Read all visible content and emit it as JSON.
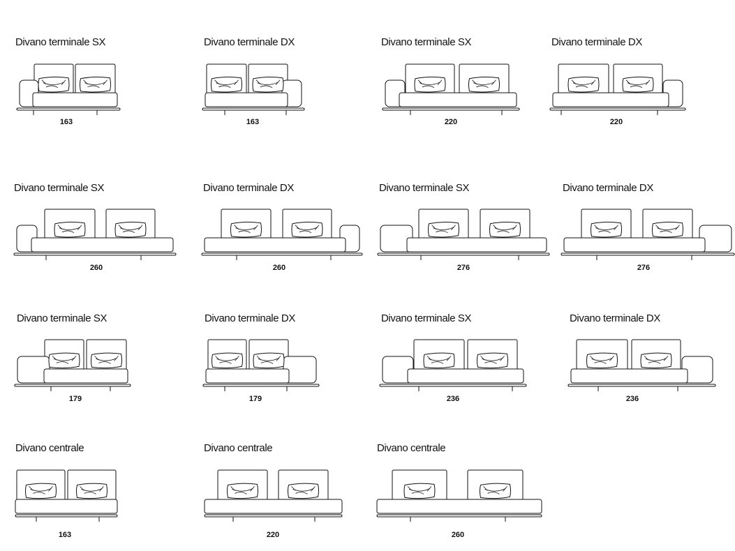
{
  "sheet": {
    "items": [
      {
        "title": "Divano terminale SX",
        "width": "163",
        "variant": "SX"
      },
      {
        "title": "Divano terminale DX",
        "width": "163",
        "variant": "DX"
      },
      {
        "title": "Divano terminale SX",
        "width": "220",
        "variant": "SX"
      },
      {
        "title": "Divano terminale DX",
        "width": "220",
        "variant": "DX"
      },
      {
        "title": "Divano terminale SX",
        "width": "260",
        "variant": "SX"
      },
      {
        "title": "Divano terminale DX",
        "width": "260",
        "variant": "DX"
      },
      {
        "title": "Divano terminale SX",
        "width": "276",
        "variant": "SX"
      },
      {
        "title": "Divano terminale DX",
        "width": "276",
        "variant": "DX"
      },
      {
        "title": "Divano terminale SX",
        "width": "179",
        "variant": "SX"
      },
      {
        "title": "Divano terminale DX",
        "width": "179",
        "variant": "DX"
      },
      {
        "title": "Divano terminale SX",
        "width": "236",
        "variant": "SX"
      },
      {
        "title": "Divano terminale DX",
        "width": "236",
        "variant": "DX"
      },
      {
        "title": "Divano centrale",
        "width": "163",
        "variant": "C"
      },
      {
        "title": "Divano centrale",
        "width": "220",
        "variant": "C"
      },
      {
        "title": "Divano centrale",
        "width": "260",
        "variant": "C"
      }
    ]
  }
}
